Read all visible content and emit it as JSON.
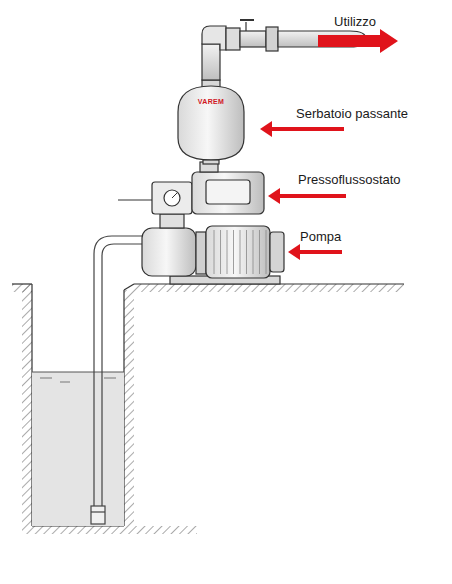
{
  "diagram": {
    "labels": [
      "Utilizzo",
      "VAREM",
      "Serbatoio passante",
      "Pressoflussostato",
      "Pompa"
    ]
  }
}
